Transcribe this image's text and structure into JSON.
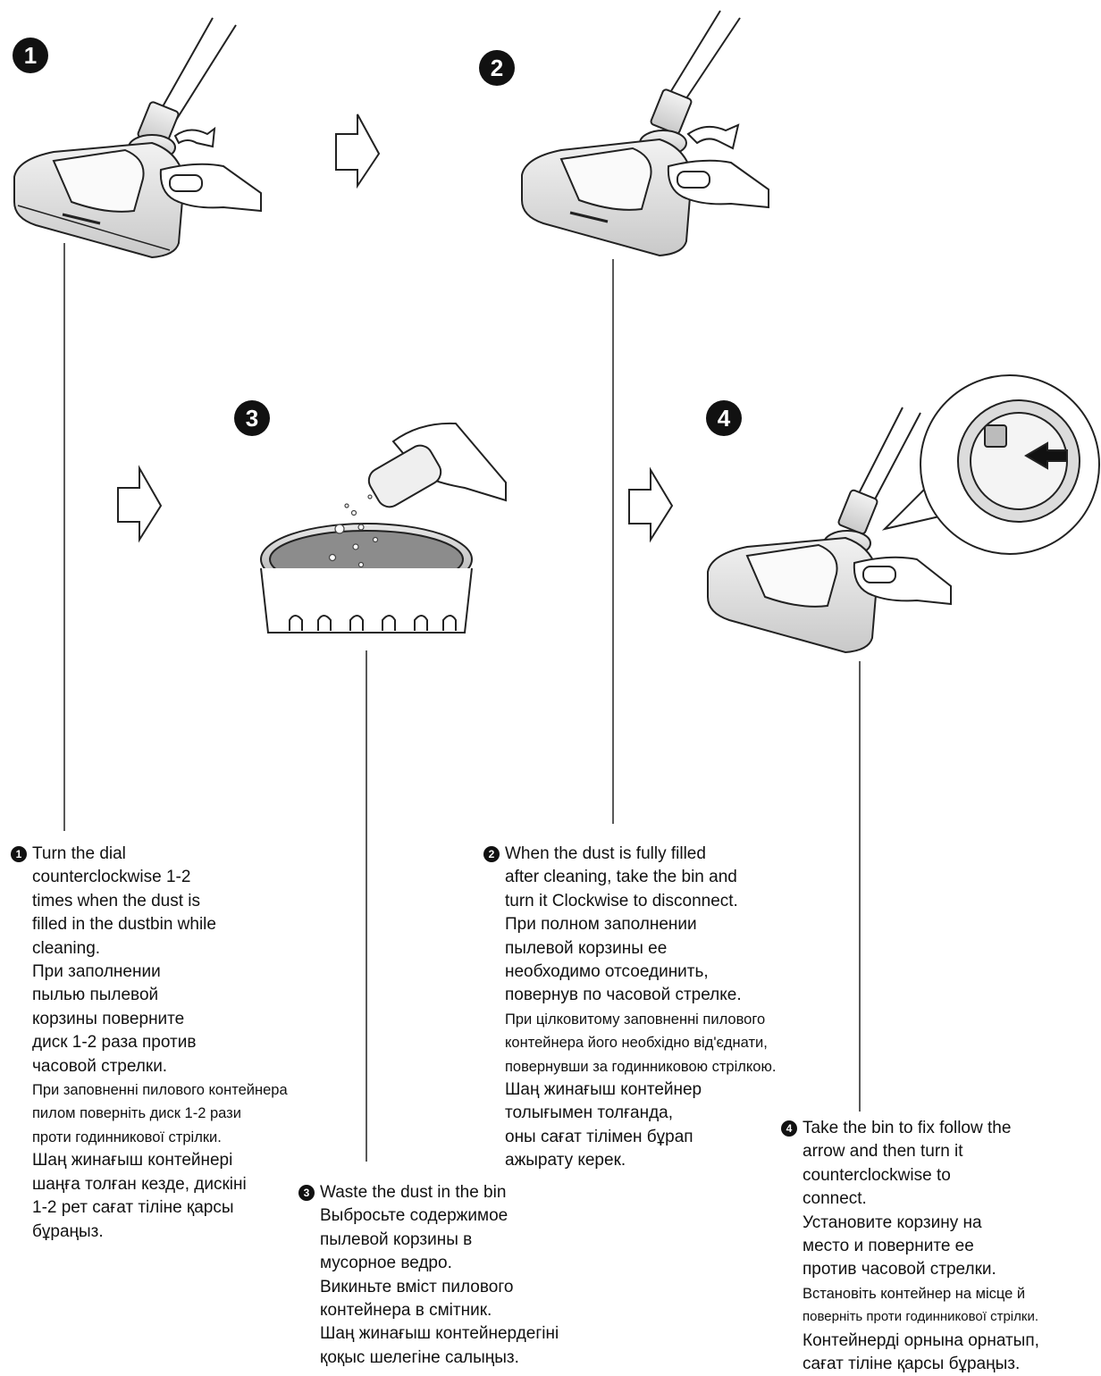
{
  "steps": [
    {
      "number": "1"
    },
    {
      "number": "2"
    },
    {
      "number": "3"
    },
    {
      "number": "4"
    }
  ],
  "captions": {
    "step1": {
      "num": "1",
      "lines": [
        "Turn the dial",
        "counterclockwise 1-2",
        "times when the dust is",
        "filled in the dustbin while",
        "cleaning.",
        "При заполнении",
        "пылью пылевой",
        "корзины поверните",
        "диск 1-2 раза против",
        "часовой стрелки.",
        "При заповненні пилового контейнера",
        "пилом поверніть диск 1-2 рази",
        "проти годинникової стрілки.",
        "Шаң жинағыш контейнері",
        "шаңға толған кезде, дискіні",
        "1-2 рет сағат тіліне қарсы",
        "бұраңыз."
      ]
    },
    "step2": {
      "num": "2",
      "lines": [
        "When the dust is fully filled",
        "after cleaning, take the bin and",
        "turn it Clockwise to disconnect.",
        "При полном заполнении",
        "пылевой корзины ее",
        "необходимо отсоединить,",
        "повернув по часовой стрелке.",
        "При цілковитому заповненні пилового",
        "контейнера його необхідно від'єднати,",
        "повернувши за годинниковою стрілкою.",
        "Шаң жинағыш контейнер",
        "толығымен толғанда,",
        "оны сағат тілімен бұрап",
        "ажырату керек."
      ]
    },
    "step3": {
      "num": "3",
      "lines": [
        "Waste the dust in the bin",
        "Выбросьте содержимое",
        "пылевой корзины в",
        "мусорное ведро.",
        "Викиньте вміст пилового",
        "контейнера в смітник.",
        "Шаң жинағыш контейнердегіні",
        "қоқыс шелегіне салыңыз."
      ]
    },
    "step4": {
      "num": "4",
      "lines": [
        "Take the bin to fix follow the",
        "arrow and then turn it",
        "counterclockwise to",
        "connect.",
        "Установите корзину на",
        "место и поверните ее",
        "против часовой стрелки.",
        "Встановіть контейнер на місце й",
        "поверніть проти годинникової стрілки.",
        "Контейнерді орнына орнатып,",
        "сағат тіліне қарсы бұраңыз."
      ]
    }
  }
}
